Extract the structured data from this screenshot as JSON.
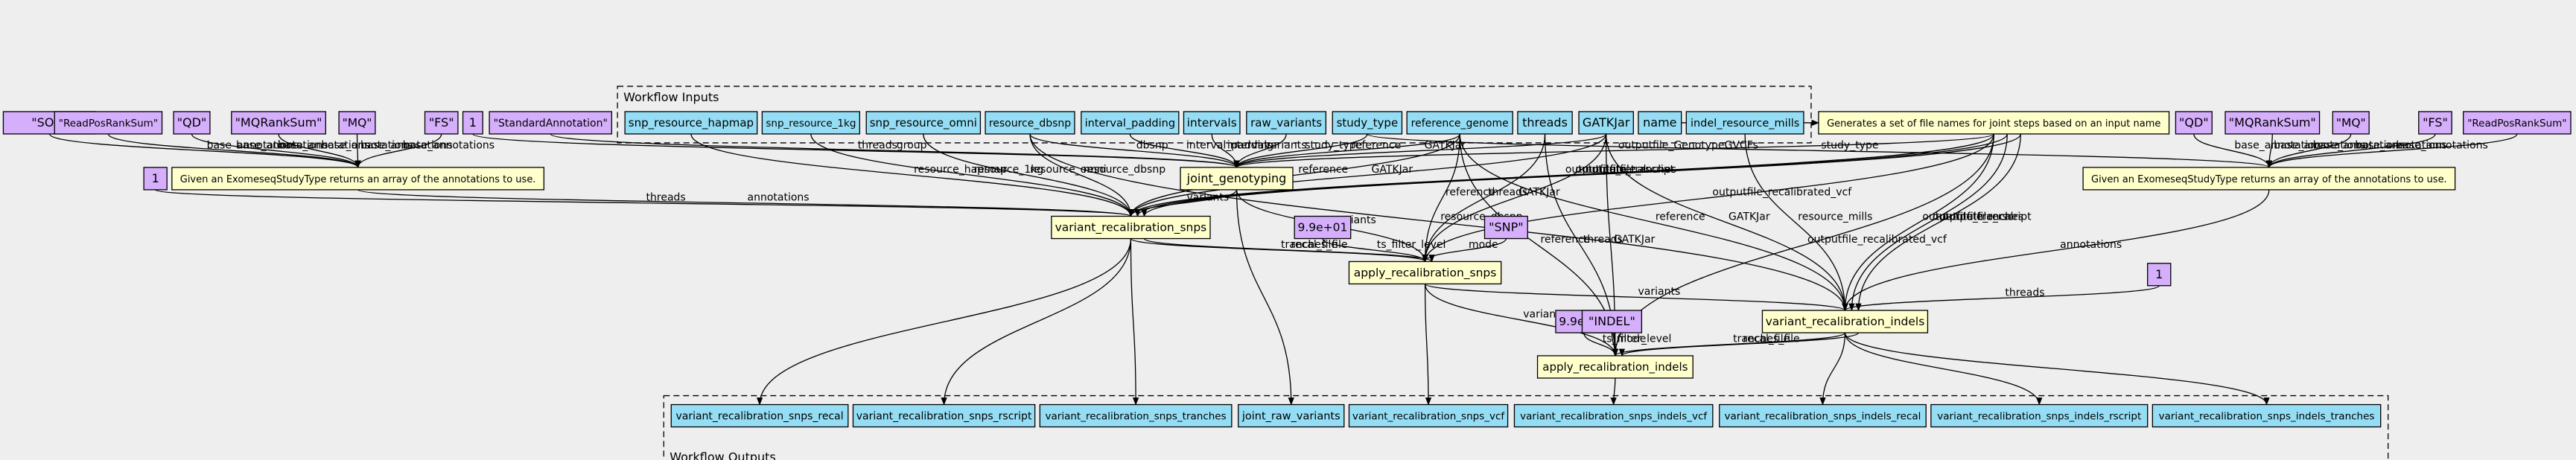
{
  "clusters": {
    "inputs": "Workflow Inputs",
    "outputs": "Workflow Outputs"
  },
  "nodes": {
    "sor": "\"SOR\"",
    "readposranksum_l": "\"ReadPosRankSum\"",
    "qd_l": "\"QD\"",
    "mqranksum_l": "\"MQRankSum\"",
    "mq_l": "\"MQ\"",
    "fs_l": "\"FS\"",
    "one_l": "1",
    "standard_annotation": "\"StandardAnnotation\"",
    "one_mid": "1",
    "given_l": "Given an ExomeseqStudyType returns an array of the annotations to use.",
    "snp_resource_hapmap": "snp_resource_hapmap",
    "snp_resource_1kg": "snp_resource_1kg",
    "snp_resource_omni": "snp_resource_omni",
    "resource_dbsnp": "resource_dbsnp",
    "interval_padding": "interval_padding",
    "intervals": "intervals",
    "raw_variants": "raw_variants",
    "study_type": "study_type",
    "reference_genome": "reference_genome",
    "threads": "threads",
    "gatkjar": "GATKJar",
    "name": "name",
    "indel_resource_mills": "indel_resource_mills",
    "generates": "Generates a set of file names for joint steps based on an input name",
    "qd_r": "\"QD\"",
    "mqranksum_r": "\"MQRankSum\"",
    "mq_r": "\"MQ\"",
    "fs_r": "\"FS\"",
    "readposranksum_r": "\"ReadPosRankSum\"",
    "given_r": "Given an ExomeseqStudyType returns an array of the annotations to use.",
    "joint_genotyping": "joint_genotyping",
    "variant_recalibration_snps": "variant_recalibration_snps",
    "e99_a": "9.9e+01",
    "snp_lit": "\"SNP\"",
    "apply_recalibration_snps": "apply_recalibration_snps",
    "one_r": "1",
    "variant_recalibration_indels": "variant_recalibration_indels",
    "e99_b": "9.9e+01",
    "indel_lit": "\"INDEL\"",
    "apply_recalibration_indels": "apply_recalibration_indels",
    "out_snps_recal": "variant_recalibration_snps_recal",
    "out_snps_rscript": "variant_recalibration_snps_rscript",
    "out_snps_tranches": "variant_recalibration_snps_tranches",
    "out_joint_raw": "joint_raw_variants",
    "out_snps_vcf": "variant_recalibration_snps_vcf",
    "out_snps_indels_vcf": "variant_recalibration_snps_indels_vcf",
    "out_indels_recal": "variant_recalibration_snps_indels_recal",
    "out_indels_rscript": "variant_recalibration_snps_indels_rscript",
    "out_indels_tranches": "variant_recalibration_snps_indels_tranches"
  },
  "edge_labels": {
    "base_annotations": "base_annotations",
    "threads": "threads",
    "group": "group",
    "annotations": "annotations",
    "resource_hapmap": "resource_hapmap",
    "resource_1kg": "resource_1kg",
    "resource_omni": "resource_omni",
    "resource_dbsnp": "resource_dbsnp",
    "dbsnp": "dbsnp",
    "interval_padding": "interval_padding",
    "intervals": "intervals",
    "variants": "variants",
    "study_type": "study_type",
    "reference": "reference",
    "gatkjar": "GATKJar",
    "name": "name",
    "outputfile_genotypegvcfs": "outputfile_GenotypeGVCFs",
    "outputfile_recal": "outputfile_recal",
    "outputfile_tranches": "outputfile_tranches",
    "outputfile_rscript": "outputfile_rscript",
    "outputfile_recalibrated_vcf": "outputfile_recalibrated_vcf",
    "tranches_file": "tranches_file",
    "recal_file": "recal_file",
    "ts_filter_level": "ts_filter_level",
    "mode": "mode",
    "resource_mills": "resource_mills"
  },
  "colors": {
    "background": "#eeeeee",
    "input_fill": "#94ddf4",
    "step_fill": "#ffffcc",
    "literal_fill": "#d5aefc",
    "output_fill": "#94ddf4"
  }
}
